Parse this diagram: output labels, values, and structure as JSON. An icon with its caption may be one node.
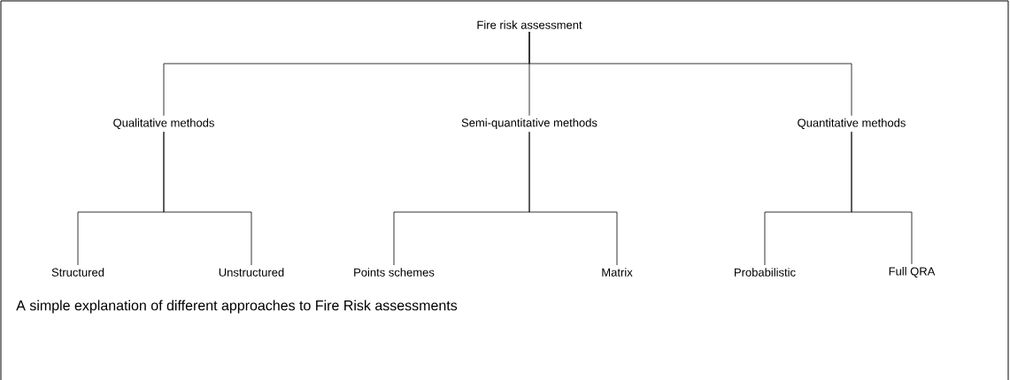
{
  "diagram": {
    "caption": "A simple explanation of different approaches to Fire Risk assessments",
    "nodes": [
      {
        "text": [
          "Fire risk assessment"
        ]
      },
      {
        "text": [
          "Qualitative methods"
        ]
      },
      {
        "text": [
          "Semi-quantitative methods"
        ]
      },
      {
        "text": [
          "Quantitative methods"
        ]
      },
      {
        "text": [
          "Structured"
        ]
      },
      {
        "text": [
          "Unstructured"
        ]
      },
      {
        "text": [
          "Points schemes"
        ]
      },
      {
        "text": [
          "Matrix"
        ]
      },
      {
        "text": [
          "Probabilistic"
        ]
      },
      {
        "text": [
          "Full QRA"
        ]
      }
    ],
    "edges": [
      {
        "from": 0,
        "to": 1,
        "arrow": "none"
      },
      {
        "from": 0,
        "to": 2,
        "arrow": "none"
      },
      {
        "from": 0,
        "to": 3,
        "arrow": "none"
      },
      {
        "from": 1,
        "to": 4,
        "arrow": "none"
      },
      {
        "from": 1,
        "to": 5,
        "arrow": "none"
      },
      {
        "from": 2,
        "to": 6,
        "arrow": "none"
      },
      {
        "from": 2,
        "to": 7,
        "arrow": "none"
      },
      {
        "from": 3,
        "to": 8,
        "arrow": "none"
      },
      {
        "from": 3,
        "to": 9,
        "arrow": "none"
      }
    ]
  }
}
